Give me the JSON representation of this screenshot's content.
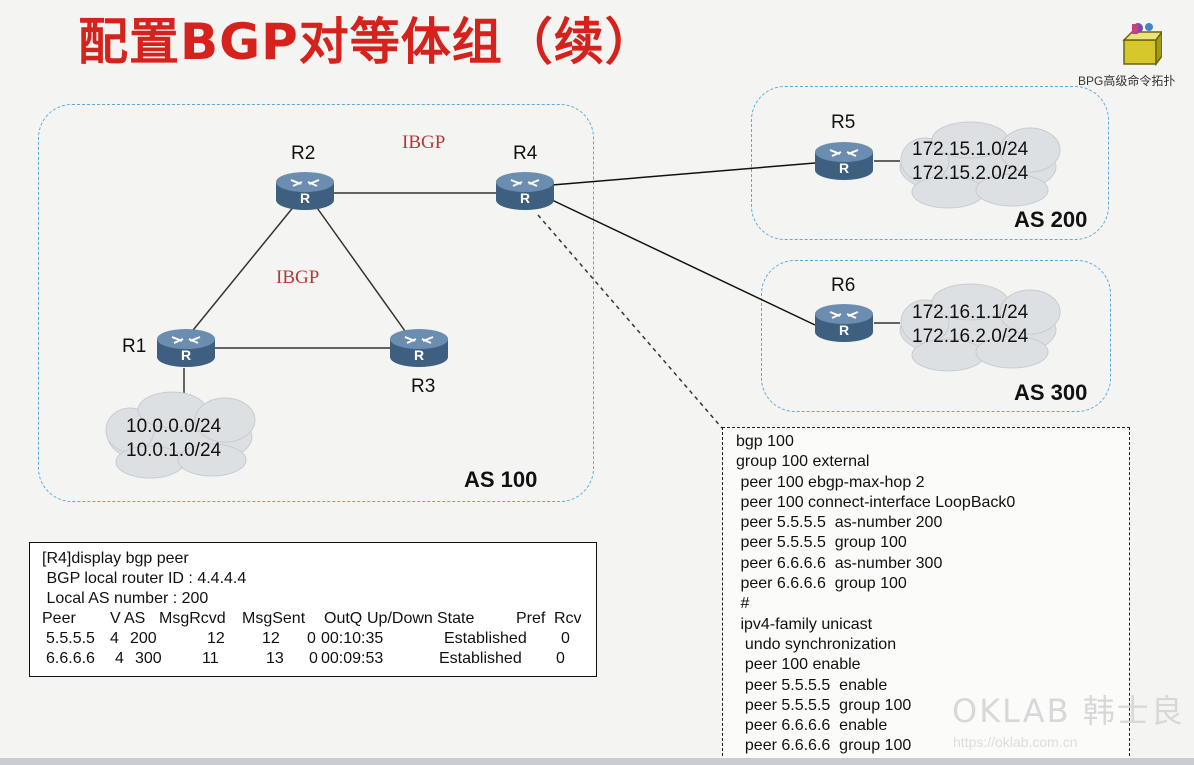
{
  "title": "配置BGP对等体组（续）",
  "topic_link_label": "BPG高级命令拓扑",
  "as_groups": [
    {
      "id": "as100",
      "label": "AS 100"
    },
    {
      "id": "as200",
      "label": "AS 200"
    },
    {
      "id": "as300",
      "label": "AS 300"
    }
  ],
  "routers": [
    {
      "id": "R1",
      "name": "R1"
    },
    {
      "id": "R2",
      "name": "R2"
    },
    {
      "id": "R3",
      "name": "R3"
    },
    {
      "id": "R4",
      "name": "R4"
    },
    {
      "id": "R5",
      "name": "R5"
    },
    {
      "id": "R6",
      "name": "R6"
    }
  ],
  "link_labels": [
    "IBGP",
    "IBGP"
  ],
  "networks": [
    {
      "attached_to": "R1",
      "lines": [
        "10.0.0.0/24",
        "10.0.1.0/24"
      ]
    },
    {
      "attached_to": "R5",
      "lines": [
        "172.15.1.0/24",
        "172.15.2.0/24"
      ]
    },
    {
      "attached_to": "R6",
      "lines": [
        "172.16.1.1/24",
        "172.16.2.0/24"
      ]
    }
  ],
  "config_lines": [
    "bgp 100",
    "group 100 external",
    " peer 100 ebgp-max-hop 2",
    " peer 100 connect-interface LoopBack0",
    " peer 5.5.5.5  as-number 200",
    " peer 5.5.5.5  group 100",
    " peer 6.6.6.6  as-number 300",
    " peer 6.6.6.6  group 100",
    " #",
    " ipv4-family unicast",
    "  undo synchronization",
    "  peer 100 enable",
    "  peer 5.5.5.5  enable",
    "  peer 5.5.5.5  group 100",
    "  peer 6.6.6.6  enable",
    "  peer 6.6.6.6  group 100"
  ],
  "peer_display": {
    "command": "[R4]display bgp peer",
    "router_id": " BGP local router ID : 4.4.4.4",
    "local_as": " Local AS number : 200",
    "headers": [
      "Peer",
      "V",
      "AS",
      "MsgRcvd",
      "MsgSent",
      "OutQ",
      "Up/Down",
      "State",
      "Pref",
      "Rcv"
    ],
    "rows": [
      [
        "5.5.5.5",
        "4",
        "200",
        "12",
        "12",
        "0",
        "00:10:35",
        "Established",
        "0"
      ],
      [
        "6.6.6.6",
        "4",
        "300",
        "11",
        "13",
        "0",
        "00:09:53",
        "Established",
        "0"
      ]
    ]
  },
  "watermark": "OKLAB 韩士良",
  "watermark_url": "https://oklab.com.cn"
}
